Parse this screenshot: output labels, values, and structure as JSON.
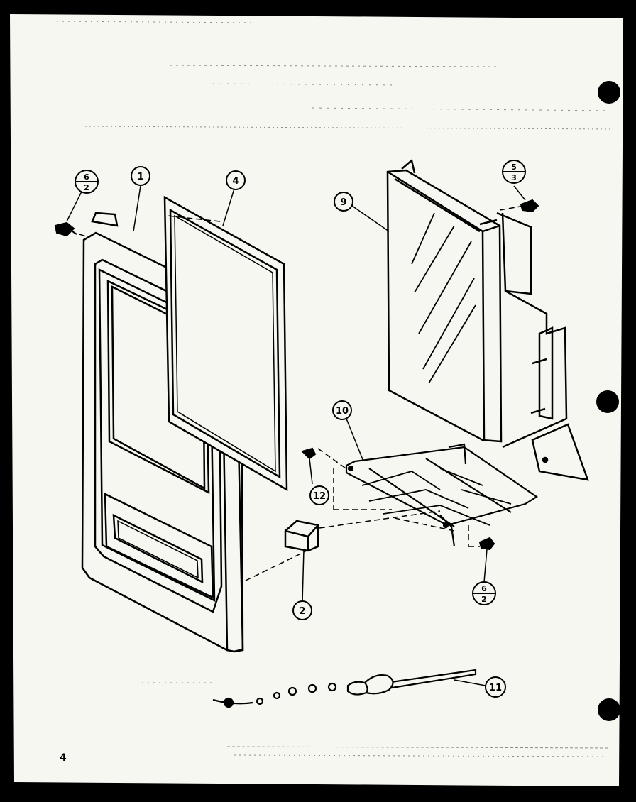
{
  "diagram": {
    "page_number": "4",
    "callouts": {
      "frame": "1",
      "switch": "2",
      "glass": "4",
      "panel": "9",
      "bracket": "10",
      "probe": "11",
      "screw": "12"
    },
    "fractions": {
      "top_left": {
        "top": "6",
        "bottom": "2"
      },
      "top_right": {
        "top": "5",
        "bottom": "3"
      },
      "bottom_right": {
        "top": "6",
        "bottom": "2"
      }
    },
    "colors": {
      "paper": "#f7f7f2",
      "ink": "#000000",
      "background": "#000000"
    }
  }
}
